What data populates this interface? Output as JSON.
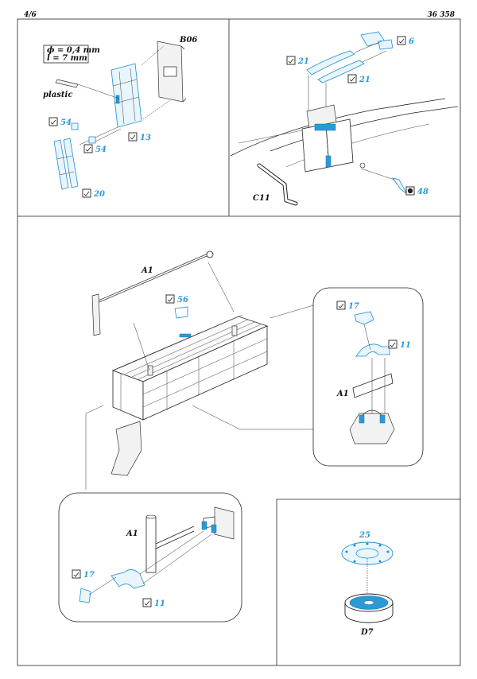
{
  "header": {
    "page": "4/6",
    "code": "36 358"
  },
  "spec": {
    "diameter": "ϕ = 0,4 mm",
    "length": "l = 7 mm",
    "material": "plastic"
  },
  "labels": {
    "b06": "B06",
    "c11": "C11",
    "a1_main": "A1",
    "a1_detail_right": "A1",
    "a1_detail_left": "A1",
    "d7": "D7"
  },
  "parts": {
    "p54a": "54",
    "p54b": "54",
    "p13": "13",
    "p20": "20",
    "p6": "6",
    "p21a": "21",
    "p21b": "21",
    "p48": "48",
    "p56": "56",
    "p17r": "17",
    "p11r": "11",
    "p17l": "17",
    "p11l": "11",
    "p25": "25"
  },
  "icons": {
    "fold": "fold-check-icon",
    "bend": "bend-circle-icon"
  },
  "colors": {
    "etch": "#2a9ad6",
    "line": "#222222"
  }
}
